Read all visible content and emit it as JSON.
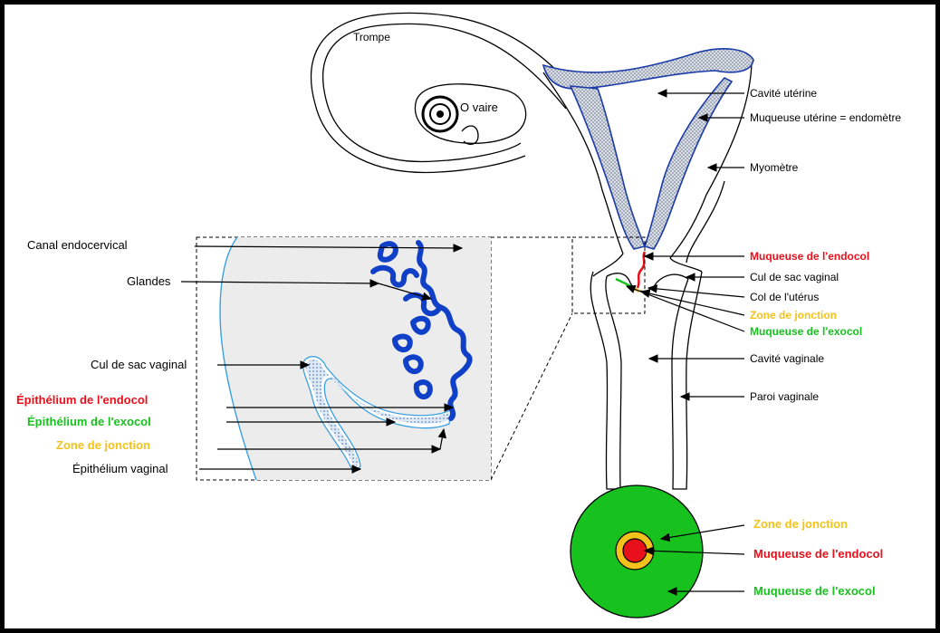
{
  "colors": {
    "endocol": "#e8101b",
    "exocol": "#17c21e",
    "jonction": "#f4c21a",
    "mucosa_blue": "#1040c8",
    "panel_gray": "#ececec"
  },
  "uterus_labels": {
    "trompe": "Trompe",
    "ovaire": "O vaire",
    "cavite_uterine": "Cavité utérine",
    "muqueuse_uterine": "Muqueuse utérine = endomètre",
    "myometre": "Myomètre",
    "muqueuse_endocol": "Muqueuse de l'endocol",
    "cul_de_sac_vaginal": "Cul de sac vaginal",
    "col_uterus": "Col de l'utérus",
    "zone_jonction": "Zone de jonction",
    "muqueuse_exocol": "Muqueuse de l'exocol",
    "cavite_vaginale": "Cavité vaginale",
    "paroi_vaginale": "Paroi vaginale"
  },
  "detail_labels": {
    "canal_endocervical": "Canal endocervical",
    "glandes": "Glandes",
    "cul_de_sac_vaginal": "Cul de sac vaginal",
    "epithelium_endocol": "Épithélium de l'endocol",
    "epithelium_exocol": "Épithélium de l'exocol",
    "zone_jonction": "Zone de jonction",
    "epithelium_vaginal": "Épithélium vaginal"
  },
  "circle_labels": {
    "zone_jonction": "Zone de jonction",
    "muqueuse_endocol": "Muqueuse de l'endocol",
    "muqueuse_exocol": "Muqueuse de l'exocol"
  }
}
